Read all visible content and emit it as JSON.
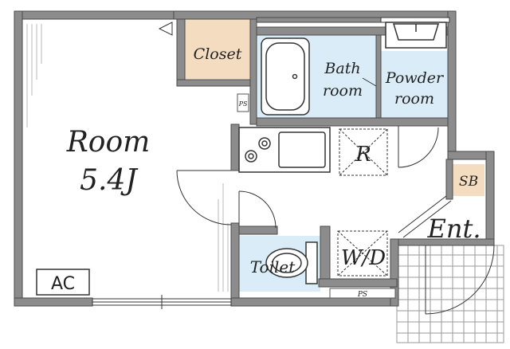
{
  "labels": {
    "room": "Room",
    "room_size": "5.4J",
    "closet": "Closet",
    "bath_line1": "Bath",
    "bath_line2": "room",
    "powder_line1": "Powder",
    "powder_line2": "room",
    "refrigerator": "R",
    "shoe_box": "SB",
    "entrance": "Ent.",
    "washer_dryer": "W/D",
    "toilet": "Toilet",
    "air_conditioner": "AC",
    "pipe_space_upper": "PS",
    "pipe_space_lower": "PS"
  },
  "colors": {
    "wall": "#8c8c8c",
    "wall_outline": "#4a4a4a",
    "closet_fill": "#f3dcc0",
    "wet_area_fill": "#d9ecf7",
    "shoe_box_fill": "#f3dcc0",
    "line": "#333333",
    "grid": "#9a9a9a"
  }
}
